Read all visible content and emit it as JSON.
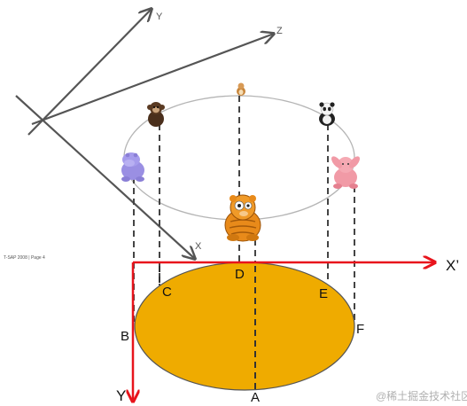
{
  "axes3d": {
    "y": "Y",
    "z": "Z",
    "x": "X"
  },
  "projection": {
    "x_prime": "X’",
    "y": "Y"
  },
  "points": {
    "A": "A",
    "B": "B",
    "C": "C",
    "D": "D",
    "E": "E",
    "F": "F"
  },
  "caption": "T-SAP 2008 | Page 4",
  "watermark": "@稀土掘金技术社区",
  "colors": {
    "ellipse_fill": "#efab00",
    "ellipse_stroke": "#555555",
    "axis_red": "#e8141c",
    "axis_gray": "#555555",
    "orbit": "#b5b5b5"
  },
  "figures": [
    "hamster-icon",
    "monkey-icon",
    "panda-icon",
    "hippo-icon",
    "bunny-icon",
    "bear-icon"
  ]
}
